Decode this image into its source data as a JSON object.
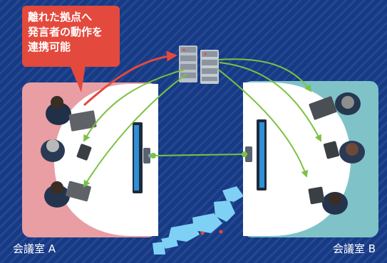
{
  "callout": {
    "lines": [
      "離れた拠点へ",
      "発言者の動作を",
      "連携可能"
    ]
  },
  "rooms": {
    "a_label": "会議室 A",
    "b_label": "会議室 B"
  },
  "colors": {
    "background": "#163a86",
    "room_a": "#e99ea3",
    "room_b": "#7fc3c8",
    "table": "#ffffff",
    "callout": "#e3493d",
    "sync_arrow": "#e3493d",
    "video_link": "#7cc242",
    "map_japan": "#7fd0f5"
  },
  "icons": {
    "server": "server-rack-icon",
    "monitor": "display-monitor-icon",
    "camera": "camera-icon",
    "map": "japan-map-icon",
    "person": "meeting-participant-icon"
  }
}
